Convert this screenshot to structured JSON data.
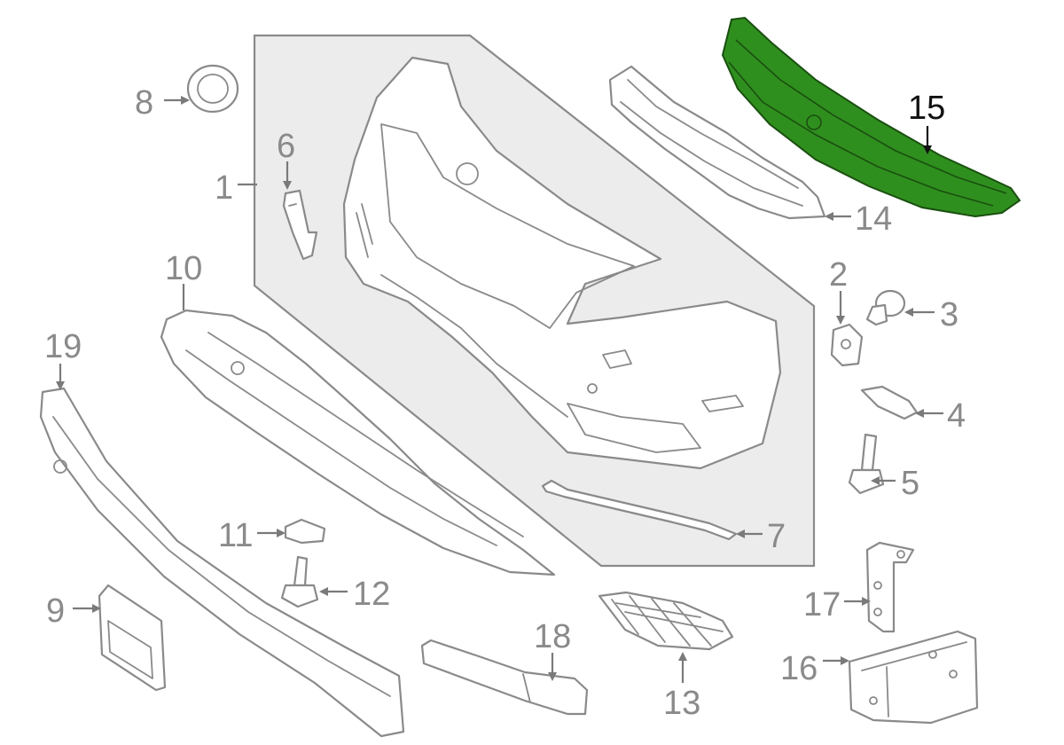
{
  "diagram": {
    "highlight_color": "#2f8f1e",
    "highlighted_part": "15",
    "callouts": {
      "p1": "1",
      "p2": "2",
      "p3": "3",
      "p4": "4",
      "p5": "5",
      "p6": "6",
      "p7": "7",
      "p8": "8",
      "p9": "9",
      "p10": "10",
      "p11": "11",
      "p12": "12",
      "p13": "13",
      "p14": "14",
      "p15": "15",
      "p16": "16",
      "p17": "17",
      "p18": "18",
      "p19": "19"
    }
  }
}
